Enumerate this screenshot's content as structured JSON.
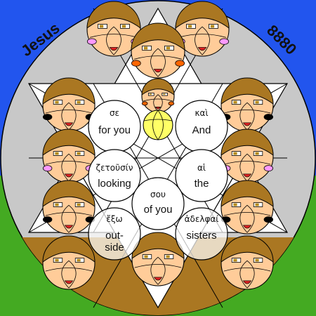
{
  "title_left": "Jesus",
  "title_right": "8880",
  "colors": {
    "sky": "#2255ee",
    "grass": "#44aa22",
    "ground": "#aa7722",
    "ring": "#c8c8c8",
    "star": "#ffffff",
    "face": "#ffcc99",
    "hair": "#aa7722",
    "sun": "#ffff66",
    "mouth": "#dd2222",
    "tie_pink": "#ff99ff",
    "tie_orange": "#ff6600",
    "tie_black": "#000000"
  },
  "words": [
    {
      "greek": "σε",
      "english": [
        "for you"
      ]
    },
    {
      "greek": "καὶ",
      "english": [
        "And"
      ]
    },
    {
      "greek": "ζετοῦσίν",
      "english": [
        "looking"
      ]
    },
    {
      "greek": "αἱ",
      "english": [
        "the"
      ]
    },
    {
      "greek": "σου",
      "english": [
        "of you"
      ]
    },
    {
      "greek": "ἔξω",
      "english": [
        "out-",
        "side"
      ]
    },
    {
      "greek": "ἀδελφαί",
      "english": [
        "sisters"
      ]
    }
  ]
}
